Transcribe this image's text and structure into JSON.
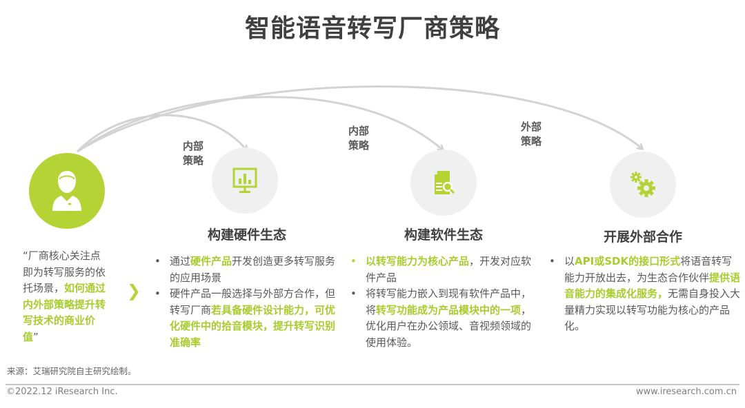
{
  "title": "智能语音转写厂商策略",
  "colors": {
    "accent": "#b5d334",
    "circle": "#f0f0f0",
    "arrow": "#cfcfcf"
  },
  "arrows": [
    {
      "label_line1": "内部",
      "label_line2": "策略"
    },
    {
      "label_line1": "内部",
      "label_line2": "策略"
    },
    {
      "label_line1": "外部",
      "label_line2": "策略"
    }
  ],
  "quote": {
    "plain": "“厂商核心关注点即为转写服务的依托场景，",
    "highlight": "如何通过内外部策略提升转写技术的商业价值",
    "end": "”"
  },
  "chevron": "❯",
  "columns": [
    {
      "icon": "chart-monitor-icon",
      "heading": "构建硬件生态",
      "bullets": [
        [
          {
            "t": "通过",
            "h": false
          },
          {
            "t": "硬件产品",
            "h": true
          },
          {
            "t": "开发创造更多转写服务的应用场景",
            "h": false
          }
        ],
        [
          {
            "t": "硬件产品一般选择与外部方合作，但转写厂商",
            "h": false
          },
          {
            "t": "若具备硬件设计能力，可优化硬件中的拾音模块，提升转写识别准确率",
            "h": true
          }
        ]
      ]
    },
    {
      "icon": "document-search-icon",
      "heading": "构建软件生态",
      "bullets": [
        [
          {
            "t": "以转写能力为核心产品",
            "h": true
          },
          {
            "t": "，开发对应软件产品",
            "h": false
          }
        ],
        [
          {
            "t": "将转写能力嵌入到现有软件产品中，将",
            "h": false
          },
          {
            "t": "转写功能成为产品模块中的一项",
            "h": true
          },
          {
            "t": "，优化用户在办公领域、音视频领域的使用体验。",
            "h": false
          }
        ]
      ]
    },
    {
      "icon": "gears-icon",
      "heading": "开展外部合作",
      "bullets": [
        [
          {
            "t": "以",
            "h": false
          },
          {
            "t": "API或SDK的接口形式",
            "h": true
          },
          {
            "t": "将语音转写能力开放出去，为生态合作伙伴",
            "h": false
          },
          {
            "t": "提供语音能力的集成化服务，",
            "h": true
          },
          {
            "t": "无需自身投入大量精力实现以转写功能为核心的产品化。",
            "h": false
          }
        ]
      ]
    }
  ],
  "bullet_symbol": "•",
  "source": "来源：艾瑞研究院自主研究绘制。",
  "footer": {
    "copyright": "©2022.12 iResearch Inc.",
    "website": "www.iresearch.com.cn"
  }
}
